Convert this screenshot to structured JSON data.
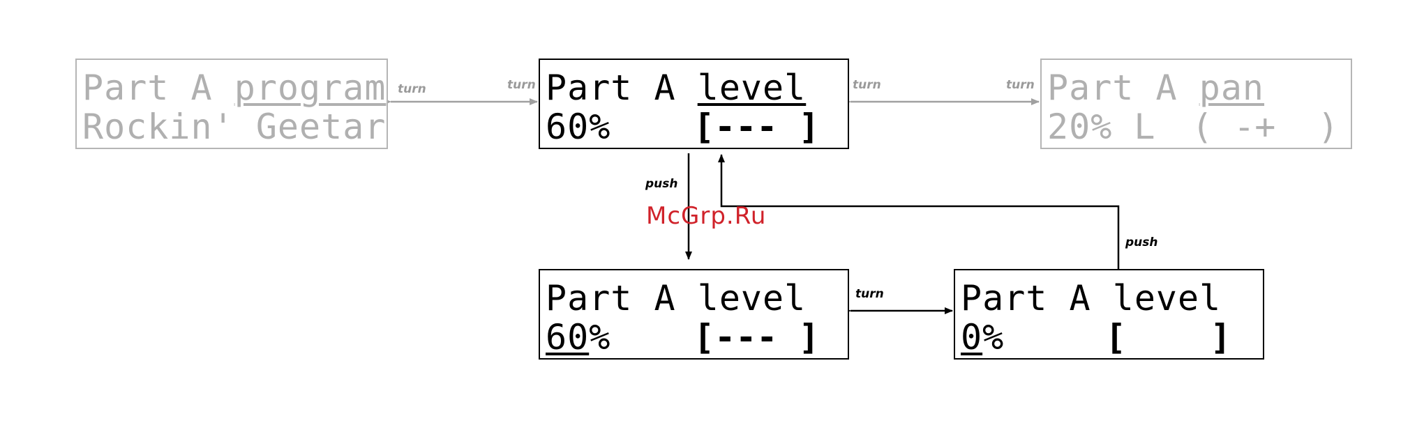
{
  "screens": {
    "program": {
      "line1_prefix": "Part A ",
      "line1_emph": "program",
      "line2": "Rockin' Geetar"
    },
    "level_top": {
      "line1_prefix": "Part A ",
      "line1_emph": "level",
      "line2": "60%",
      "bar": "[--- ]"
    },
    "pan": {
      "line1_prefix": "Part A ",
      "line1_emph": "pan",
      "line2": "20% L",
      "bar": "( -+  )"
    },
    "level_edit": {
      "line1": "Part A level",
      "line2_emph": "60",
      "line2_rest": "%",
      "bar": "[--- ]"
    },
    "level_zero": {
      "line1": "Part A level",
      "line2_emph": "0",
      "line2_rest": "%",
      "bar": "[    ]"
    }
  },
  "labels": {
    "turn_1": "turn",
    "turn_2": "turn",
    "turn_3": "turn",
    "turn_4": "turn",
    "turn_5": "turn",
    "push_down": "push",
    "push_up": "push"
  },
  "watermark": "McGrp.Ru",
  "colors": {
    "active": "#000000",
    "inactive": "#b0b0b0",
    "watermark": "#d0222a"
  }
}
